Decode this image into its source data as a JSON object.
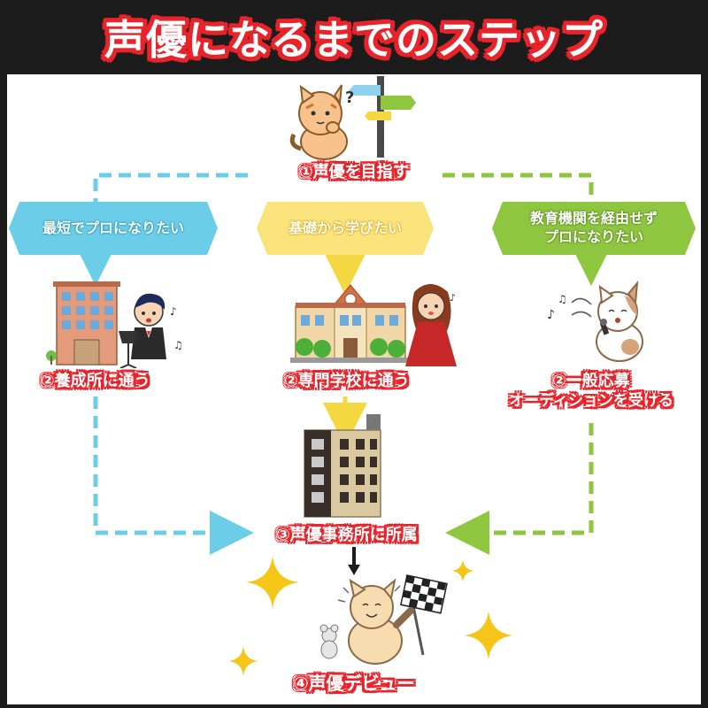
{
  "title": "声優になるまでのステップ",
  "steps": {
    "start": "①声優を目指す",
    "route_left_tag": "最短でプロになりたい",
    "route_middle_tag": "基礎から学びたい",
    "route_right_tag_line1": "教育機関を経由せず",
    "route_right_tag_line2": "プロになりたい",
    "left_step2": "②養成所に通う",
    "middle_step2": "②専門学校に通う",
    "right_step2_line1": "②一般応募",
    "right_step2_line2": "オーディションを受ける",
    "step3": "③声優事務所に所属",
    "step4": "④声優デビュー"
  },
  "colors": {
    "title_outline": "#e8232a",
    "label_outline": "#e8232a",
    "left_route": "#6ccde8",
    "middle_route": "#f9e37a",
    "right_route": "#8ec63f",
    "final_arrow": "#1c1c1c"
  },
  "icons": {
    "start": "thinking-cat-with-signpost-icon",
    "left": "training-school-building-and-singer-icon",
    "middle": "vocational-school-and-singer-icon",
    "right": "singing-cat-icon",
    "agency": "office-building-icon",
    "debut": "cat-with-checkered-flag-icon",
    "sparkle": "sparkle-icon"
  }
}
